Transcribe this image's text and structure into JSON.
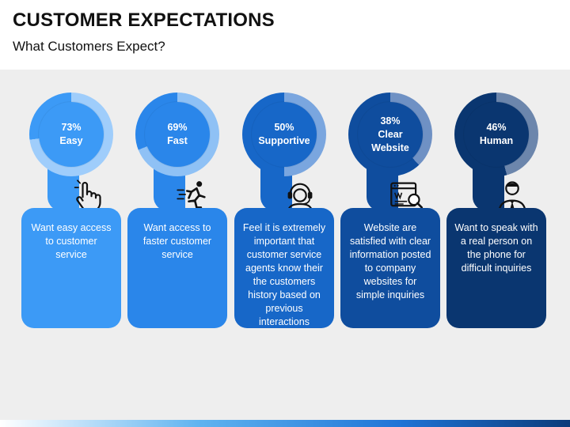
{
  "header": {
    "title": "CUSTOMER EXPECTATIONS",
    "subtitle": "What Customers Expect?"
  },
  "colors": {
    "background_band": "#eeeeee",
    "text_dark": "#111111"
  },
  "items": [
    {
      "percent": "73%",
      "name": "Easy",
      "percent_value": 73,
      "color": "#3c9af6",
      "track": "#9fcdfb",
      "icon": "pointer-hand-icon",
      "text": "Want easy access to customer service"
    },
    {
      "percent": "69%",
      "name": "Fast",
      "percent_value": 69,
      "color": "#2a86ea",
      "track": "#8fc1f5",
      "icon": "running-person-icon",
      "text": "Want access to faster customer service"
    },
    {
      "percent": "50%",
      "name": "Supportive",
      "percent_value": 50,
      "color": "#1767c8",
      "track": "#7aa6df",
      "icon": "headset-agent-icon",
      "text": "Feel it is extremely important that customer service agents know their the customers history based on previous interactions"
    },
    {
      "percent": "38%",
      "name": "Clear Website",
      "percent_value": 38,
      "color": "#0f4d9e",
      "track": "#6f91c4",
      "icon": "website-search-icon",
      "text": "Website are satisfied with clear information posted to company websites for simple inquiries"
    },
    {
      "percent": "46%",
      "name": "Human",
      "percent_value": 46,
      "color": "#0a3670",
      "track": "#6c86ac",
      "icon": "person-with-tie-icon",
      "text": "Want to speak with a real person on the phone for difficult inquiries"
    }
  ]
}
